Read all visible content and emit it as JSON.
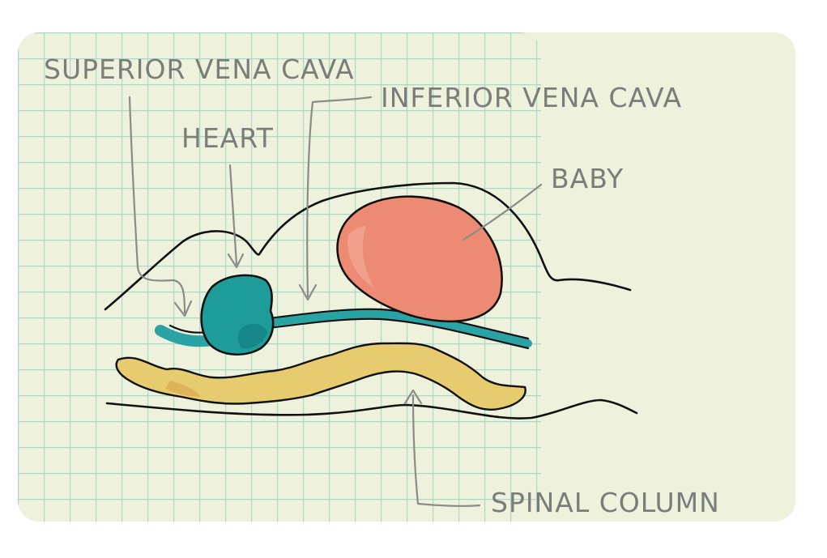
{
  "labels": {
    "superior_vena_cava": "SUPERIOR VENA CAVA",
    "inferior_vena_cava": "INFERIOR VENA CAVA",
    "heart": "HEART",
    "baby": "BABY",
    "spinal_column": "SPINAL COLUMN"
  },
  "colors": {
    "paper": "#eef2dc",
    "grid_line": "#a9d8c7",
    "heart": "#1d9c9a",
    "vessel": "#2aa3a5",
    "baby": "#ec8a73",
    "spine": "#e7cc6f",
    "label_text": "#7a7d78"
  }
}
